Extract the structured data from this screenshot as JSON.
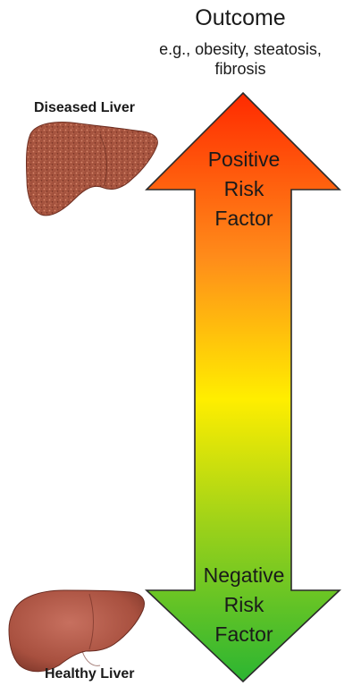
{
  "outcome": {
    "title": "Outcome",
    "subtitle_line1": "e.g., obesity, steatosis,",
    "subtitle_line2": "fibrosis"
  },
  "arrow": {
    "top_label": [
      "Positive",
      "Risk",
      "Factor"
    ],
    "bottom_label": [
      "Negative",
      "Risk",
      "Factor"
    ],
    "gradient_colors": {
      "top": "#ff2a00",
      "upper": "#ff8c1a",
      "middle": "#ffee00",
      "lower": "#9ad11a",
      "bottom": "#2bb532"
    }
  },
  "livers": {
    "diseased": {
      "label": "Diseased Liver",
      "color": "#a6543f",
      "icon": "diseased-liver-icon"
    },
    "healthy": {
      "label": "Healthy Liver",
      "color": "#b35a4c",
      "icon": "healthy-liver-icon"
    }
  }
}
